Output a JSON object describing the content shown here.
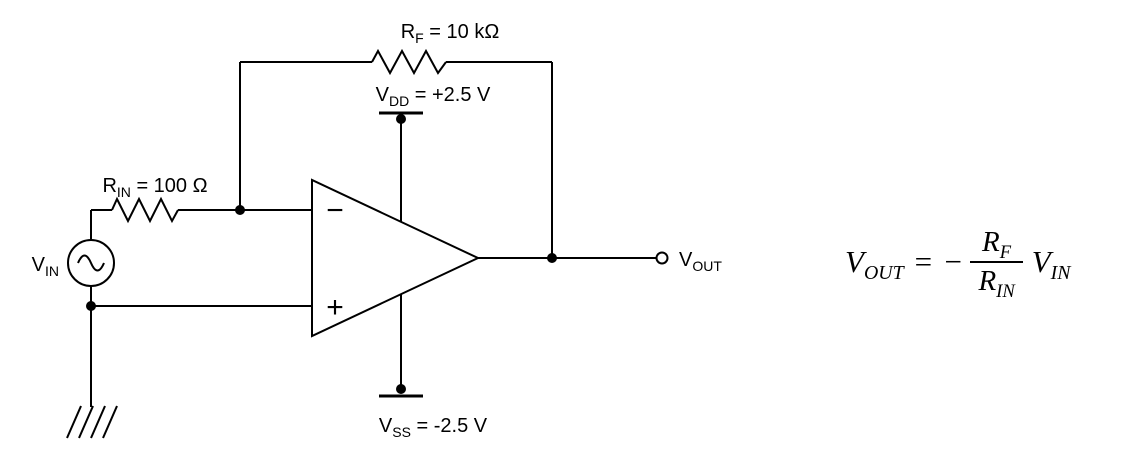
{
  "circuit": {
    "feedback_resistor_label": {
      "base": "R",
      "sub": "F",
      "rest": " = 10 kΩ"
    },
    "input_resistor_label": {
      "base": "R",
      "sub": "IN",
      "rest": " = 100 Ω"
    },
    "vdd_label": {
      "base": "V",
      "sub": "DD",
      "rest": " = +2.5 V"
    },
    "vss_label": {
      "base": "V",
      "sub": "SS",
      "rest": " = -2.5 V"
    },
    "vin_label": {
      "base": "V",
      "sub": "IN"
    },
    "vout_label": {
      "base": "V",
      "sub": "OUT"
    },
    "opamp": {
      "inverting_input_symbol": "−",
      "noninverting_input_symbol": "+"
    },
    "line_color": "#000000"
  },
  "equation": {
    "lhs": {
      "base": "V",
      "sub": "OUT"
    },
    "equals": "=",
    "sign": "−",
    "numerator": {
      "base": "R",
      "sub": "F"
    },
    "denominator": {
      "base": "R",
      "sub": "IN"
    },
    "rhs": {
      "base": "V",
      "sub": "IN"
    }
  }
}
